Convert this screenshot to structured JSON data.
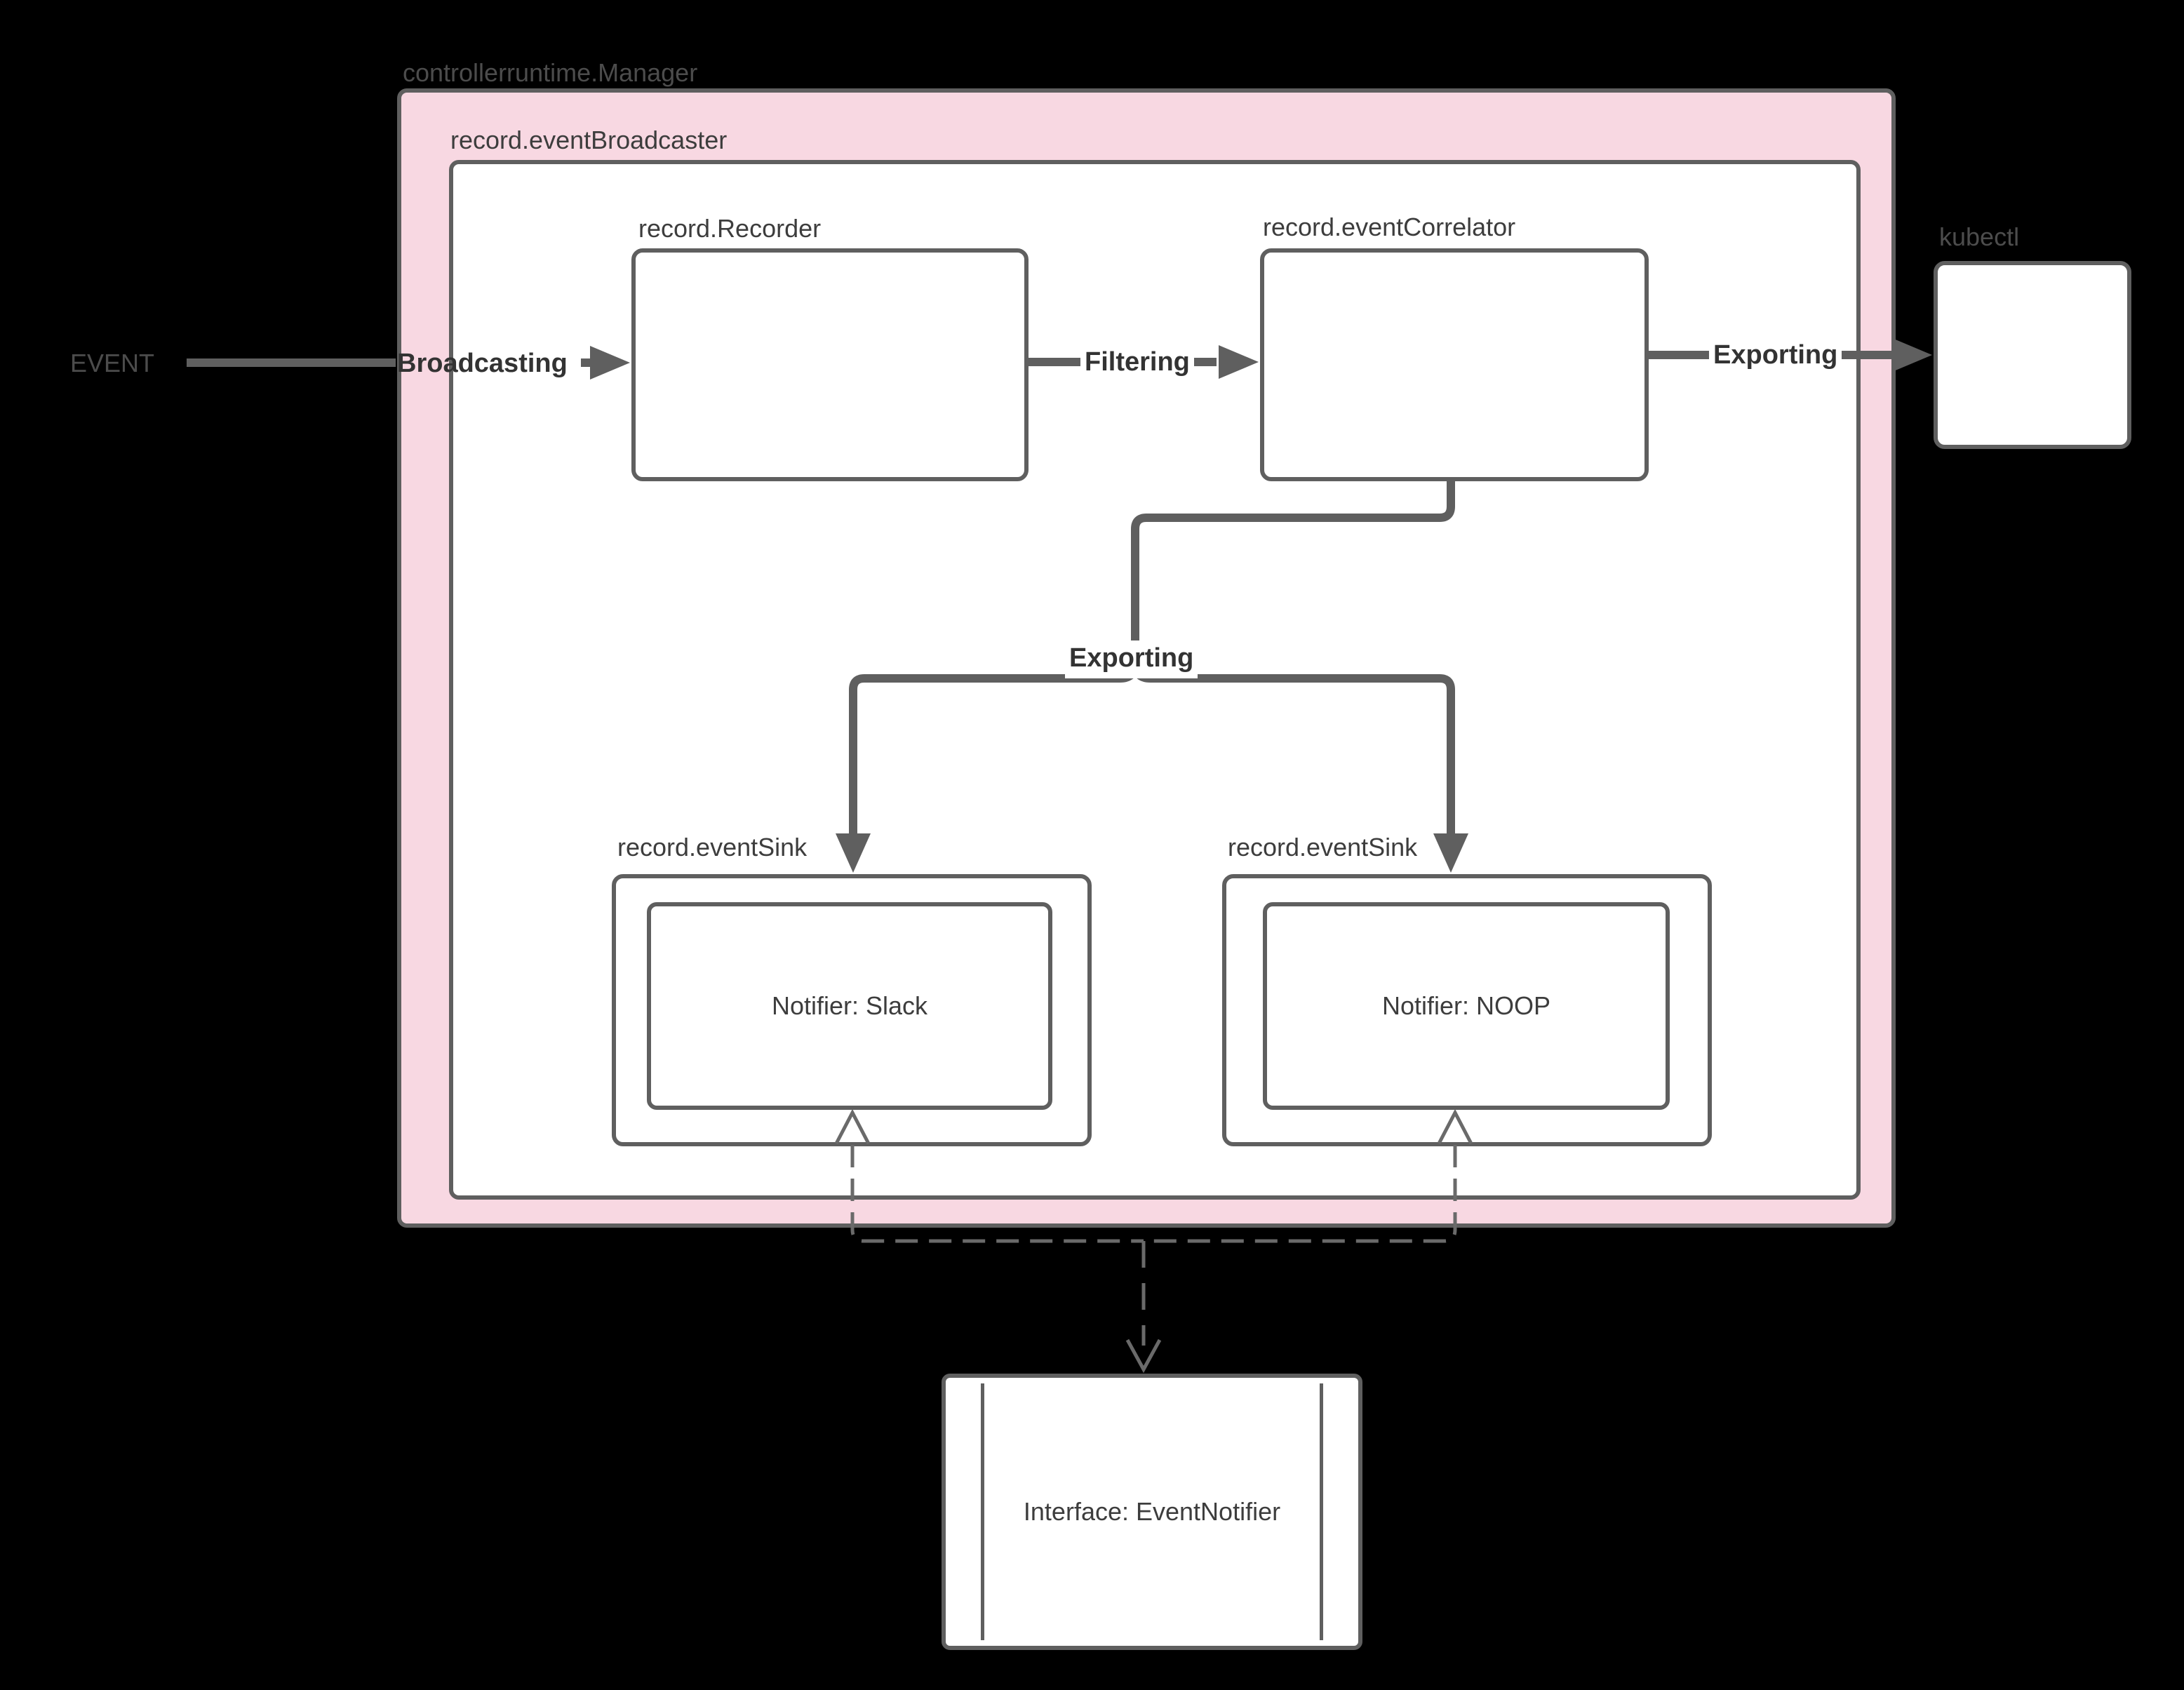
{
  "diagram": {
    "manager": {
      "label": "controllerruntime.Manager"
    },
    "broadcaster": {
      "label": "record.eventBroadcaster"
    },
    "event_label": "EVENT",
    "nodes": {
      "recorder": {
        "label": "record.Recorder"
      },
      "correlator": {
        "label": "record.eventCorrelator"
      },
      "kubectl": {
        "label": "kubectl"
      },
      "sink_left": {
        "label": "record.eventSink",
        "text": "Notifier: Slack"
      },
      "sink_right": {
        "label": "record.eventSink",
        "text": "Notifier: NOOP"
      },
      "interface": {
        "text": "Interface: EventNotifier"
      }
    },
    "edges": {
      "broadcasting": "Broadcasting",
      "filtering": "Filtering",
      "exporting_to_kubectl": "Exporting",
      "exporting_to_sinks": "Exporting"
    },
    "colors": {
      "background": "#000000",
      "manager_fill": "#f8d8e2",
      "node_fill": "#ffffff",
      "stroke": "#5f5f5f",
      "dashed_stroke": "#6a6a6a",
      "text_inside": "#3d3d3d",
      "text_outside": "#4c4c4c",
      "edge_label_text": "#333333"
    }
  }
}
